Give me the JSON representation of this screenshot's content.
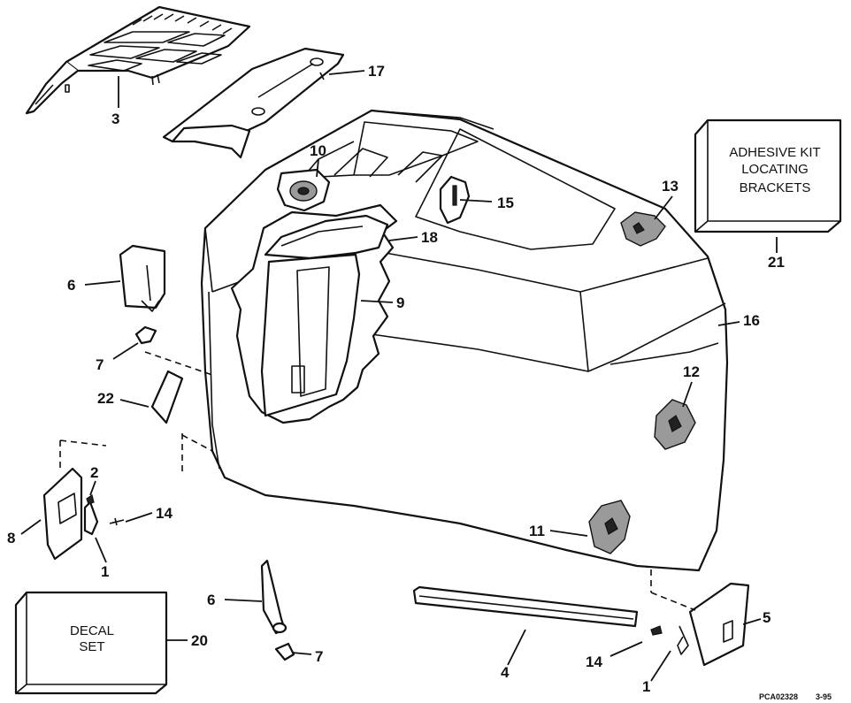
{
  "callouts": {
    "c3": "3",
    "c17": "17",
    "c10": "10",
    "c15": "15",
    "c13": "13",
    "c21": "21",
    "c18": "18",
    "c6a": "6",
    "c9": "9",
    "c16": "16",
    "c7a": "7",
    "c12": "12",
    "c22": "22",
    "c2": "2",
    "c14a": "14",
    "c8": "8",
    "c1a": "1",
    "c11": "11",
    "c6b": "6",
    "c5": "5",
    "c20": "20",
    "c7b": "7",
    "c4": "4",
    "c14b": "14",
    "c1b": "1"
  },
  "boxes": {
    "adhesive": [
      "ADHESIVE KIT",
      "LOCATING",
      "BRACKETS"
    ],
    "decal": [
      "DECAL",
      "SET"
    ]
  },
  "footer": {
    "code": "PCA02328",
    "date": "3-95"
  }
}
